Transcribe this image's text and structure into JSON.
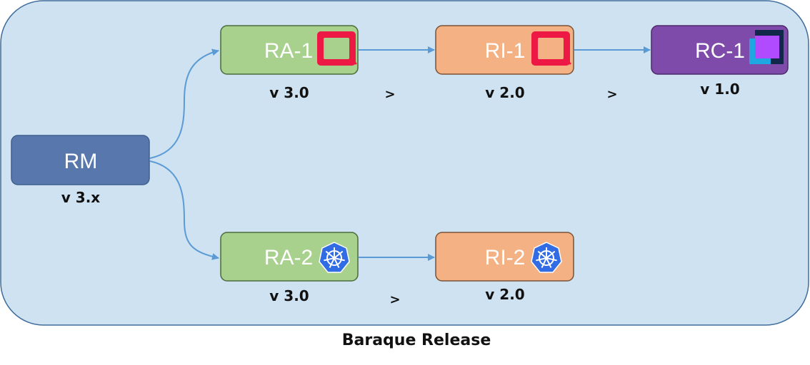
{
  "release": {
    "label": "Baraque Release",
    "container_fill": "#cfe2f1",
    "container_stroke": "#3f6d9c"
  },
  "nodes": {
    "rm": {
      "label": "RM",
      "version": "v 3.x",
      "fill": "#5878ad"
    },
    "ra1": {
      "label": "RA-1",
      "version": "v 3.0",
      "fill": "#a9d18e",
      "icon": "openstack-icon"
    },
    "ri1": {
      "label": "RI-1",
      "version": "v 2.0",
      "fill": "#f4b183",
      "icon": "openstack-icon"
    },
    "rc1": {
      "label": "RC-1",
      "version": "v 1.0",
      "fill": "#7f4baa",
      "icon": "rc-logo-icon"
    },
    "ra2": {
      "label": "RA-2",
      "version": "v 3.0",
      "fill": "#a9d18e",
      "icon": "kubernetes-icon"
    },
    "ri2": {
      "label": "RI-2",
      "version": "v 2.0",
      "fill": "#f4b183",
      "icon": "kubernetes-icon"
    }
  },
  "separators": [
    ">",
    ">",
    ">"
  ],
  "colors": {
    "arrow": "#5b9bd5",
    "openstack": "#ed1944",
    "kubernetes": "#326ce5",
    "rc_logo_dark": "#12284b",
    "rc_logo_purple": "#b14bff",
    "rc_logo_cyan": "#1ea7e1"
  }
}
